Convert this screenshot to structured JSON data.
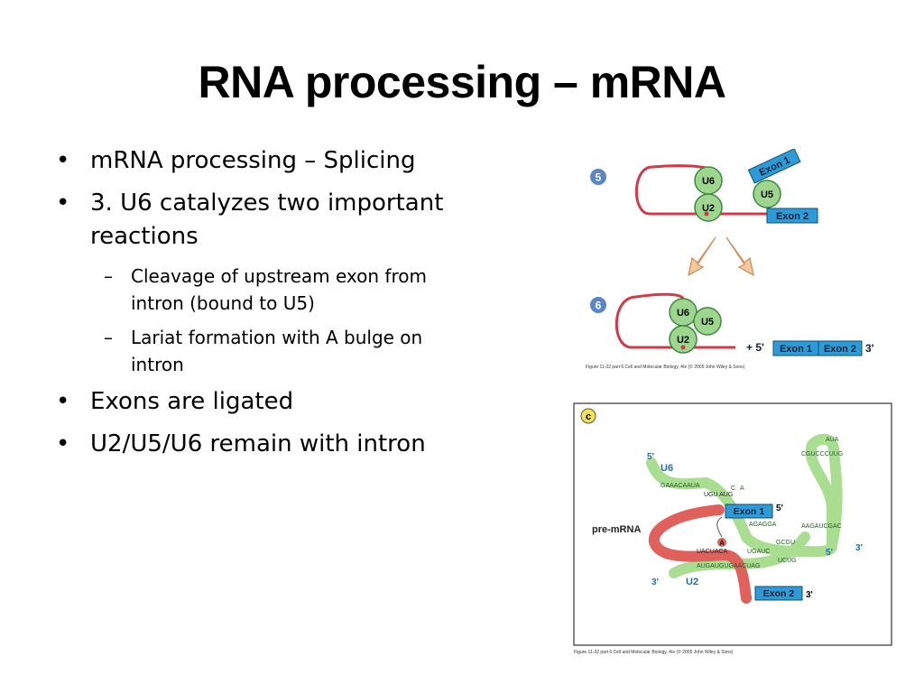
{
  "slide": {
    "title": "RNA processing – mRNA",
    "bullets": {
      "b1": "mRNA processing – Splicing",
      "b2": "3. U6 catalyzes two important reactions",
      "b2a": "Cleavage of upstream exon from intron (bound to U5)",
      "b2b": "Lariat formation with A bulge on intron",
      "b3": "Exons are ligated",
      "b4": "U2/U5/U6 remain with intron"
    }
  },
  "figure_top": {
    "step5": "5",
    "step6": "6",
    "u6": "U6",
    "u2": "U2",
    "u5": "U5",
    "exon1": "Exon 1",
    "exon2": "Exon 2",
    "plus5": "+ 5'",
    "three_prime": "3'",
    "caption": "Figure 11-32 part 6  Cell and Molecular Biology, 4/e (© 2005 John Wiley & Sons)"
  },
  "figure_bottom": {
    "panel": "c",
    "u6": "U6",
    "u2": "U2",
    "pre_mrna": "pre-mRNA",
    "exon1": "Exon 1",
    "exon2": "Exon 2",
    "five_a": "5'",
    "five_b": "5'",
    "five_c": "5'",
    "three_a": "3'",
    "three_b": "3'",
    "three_c": "3'",
    "a_bulge": "A",
    "seq_u6_top": "GAAACAAUA",
    "seq_c": "C",
    "seq_a": "A",
    "seq_ugu": "UGU AUG",
    "seq_uacuaca": "UACUACA",
    "seq_ugauc": "UGAUC",
    "seq_u2": "AUGAUGUGAACUAG",
    "seq_agagga": "AGAGGA",
    "seq_cg": "GCGU",
    "seq_ucug": "UCUG",
    "seq_stem_left": "CGUCCCUUG",
    "seq_stem_right": "AAGAUCGAC",
    "seq_loop": "AUA",
    "caption": "Figure 11-32 part 6  Cell and Molecular Biology, 4/e (© 2005 John Wiley & Sons)"
  }
}
